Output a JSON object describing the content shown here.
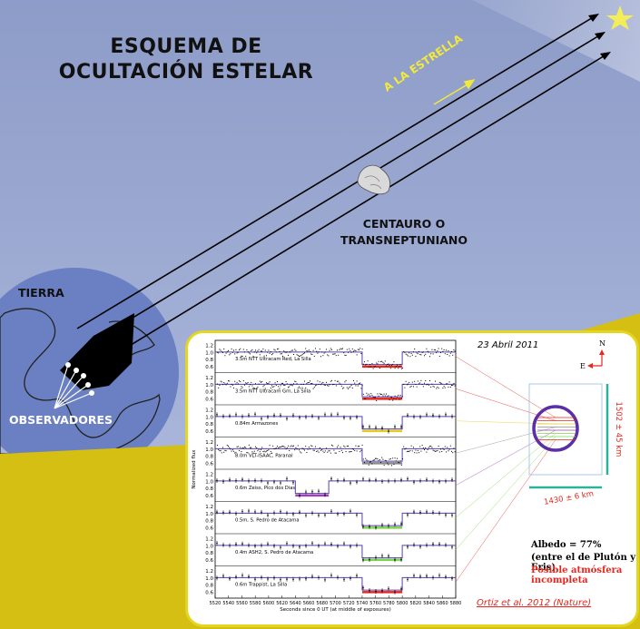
{
  "title": {
    "line1": "ESQUEMA DE",
    "line2": "OCULTACIÓN ESTELAR"
  },
  "labels": {
    "star": "A LA ESTRELLA",
    "object_line1": "CENTAURO O",
    "object_line2": "TRANSNEPTUNIANO",
    "earth": "TIERRA",
    "observers": "OBSERVADORES"
  },
  "panel": {
    "date": "23 Abril 2011",
    "ylabel": "Normalized flux",
    "xlabel": "Seconds since 0 UT (at middle of exposures)",
    "x_ticks": [
      "5520",
      "5540",
      "5560",
      "5580",
      "5600",
      "5620",
      "5640",
      "5660",
      "5680",
      "5700",
      "5720",
      "5740",
      "5760",
      "5780",
      "5800",
      "5820",
      "5840",
      "5860",
      "5880"
    ],
    "stations": [
      {
        "name": "3.5m NTT Ultracam Red, La Silla",
        "bar_color": "#e8261e"
      },
      {
        "name": "3.5m NTT Ultracam Grn, La Silla",
        "bar_color": "#e8261e"
      },
      {
        "name": "0.84m Armazones",
        "bar_color": "#e3cd1f"
      },
      {
        "name": "8.0m VLT-ISAAC, Paranal",
        "bar_color": "#8a8a8a"
      },
      {
        "name": "0.6m Zeiss, Pico dos Dias",
        "bar_color": "#a13cc0"
      },
      {
        "name": "0.5m, S. Pedro de Atacama",
        "bar_color": "#7bd64a"
      },
      {
        "name": "0.4m ASH2, S. Pedro de Atacama",
        "bar_color": "#7bd64a"
      },
      {
        "name": "0.6m Trappist, La Silla",
        "bar_color": "#e8261e"
      }
    ],
    "y_tick_labels": [
      "1.2",
      "1.0",
      "0.8",
      "0.6"
    ],
    "compass": {
      "north": "N",
      "east": "E"
    },
    "dim_vertical": "1502 ± 45 km",
    "dim_horizontal": "1430 ± 6 km",
    "albedo": "Albedo = 77%",
    "albedo_note": "(entre el de Plutón y Eris)",
    "atmosphere": "Posible atmósfera incompleta",
    "citation": "Ortiz et al. 2012 (Nature)"
  },
  "colors": {
    "background": "#d4bf12",
    "sky_top": "#8f9ec8",
    "sky_bottom": "#a6b3d8",
    "earth": "#6b80c2",
    "accent": "#e8261e"
  }
}
